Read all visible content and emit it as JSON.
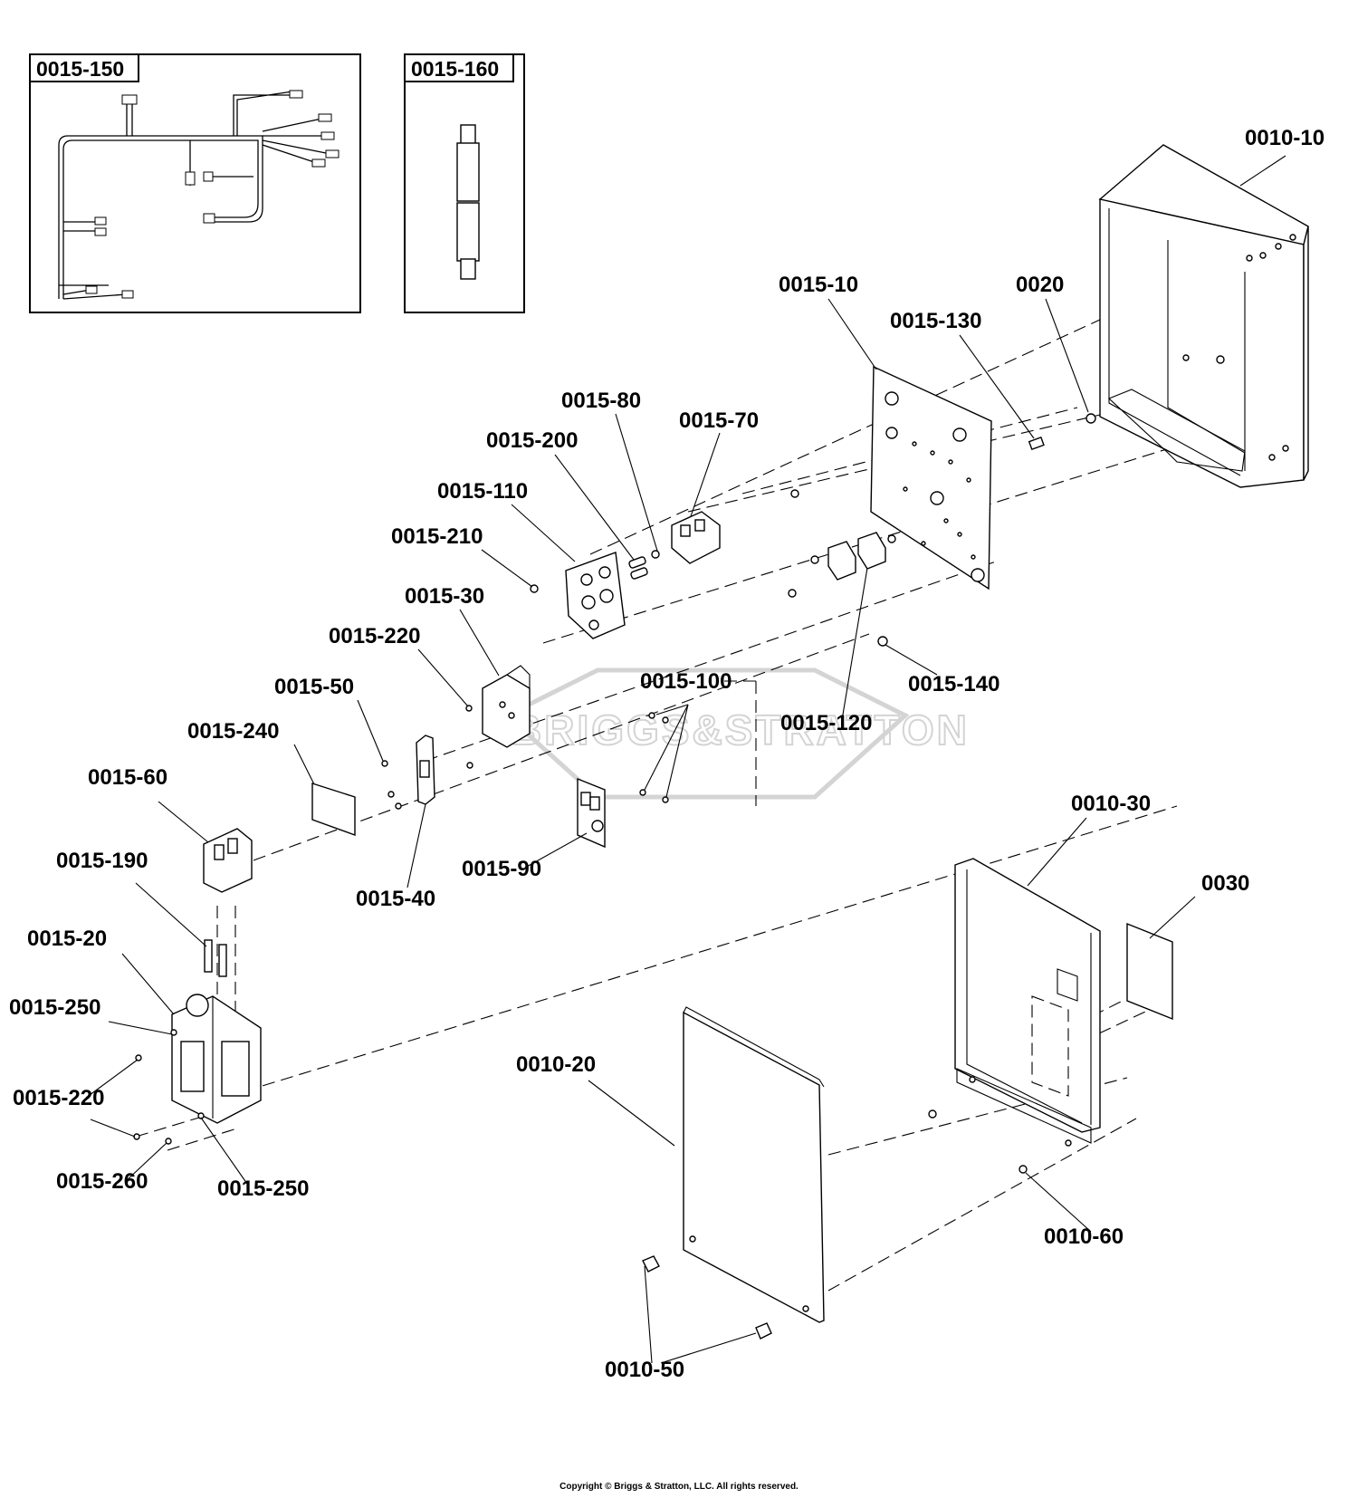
{
  "insets": [
    {
      "id": "inset-1",
      "label": "0015-150"
    },
    {
      "id": "inset-2",
      "label": "0015-160"
    }
  ],
  "callouts": [
    "0010-10",
    "0015-10",
    "0015-130",
    "0020",
    "0015-80",
    "0015-70",
    "0015-200",
    "0015-110",
    "0015-210",
    "0015-30",
    "0015-220",
    "0015-50",
    "0015-240",
    "0015-60",
    "0015-100",
    "0015-140",
    "0015-120",
    "0015-90",
    "0015-40",
    "0015-190",
    "0015-20",
    "0015-250",
    "0015-220",
    "0015-260",
    "0015-250",
    "0010-30",
    "0030",
    "0010-20",
    "0010-60",
    "0010-50"
  ],
  "watermark": "BRIGGS&STRATTON",
  "copyright": "Copyright © Briggs & Stratton, LLC. All rights reserved."
}
